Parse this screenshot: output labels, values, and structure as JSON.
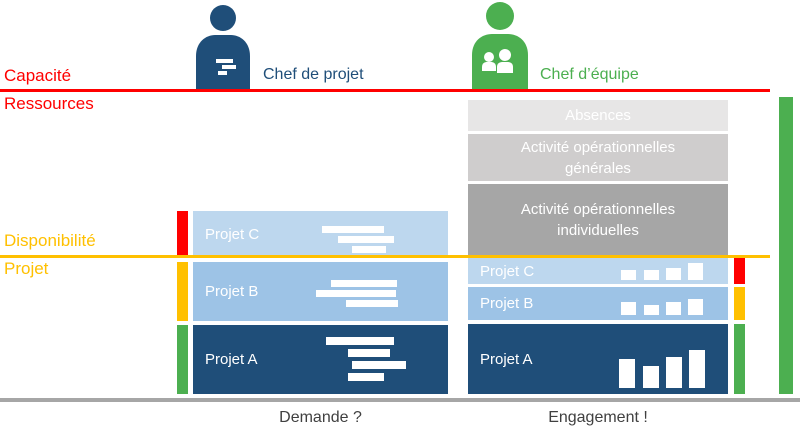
{
  "diagram": {
    "lines": {
      "capacity": {
        "label_top": "Capacité",
        "label_bottom": "Ressources",
        "color": "#FF0000"
      },
      "availability": {
        "label_top": "Disponibilité",
        "label_bottom": "Projet",
        "color": "#FFC000"
      }
    },
    "actors": {
      "project_manager": {
        "label": "Chef de projet",
        "color": "#1F4E79",
        "icon": "person-icon"
      },
      "team_leader": {
        "label": "Chef d’équipe",
        "color": "#4CAF50",
        "icon": "person-team-icon"
      }
    },
    "demand_stack": {
      "caption": "Demande ?",
      "projects": [
        {
          "label": "Projet C",
          "color": "#BDD7EE",
          "indicator_color": "#FF0000",
          "content": "gantt-bars"
        },
        {
          "label": "Projet B",
          "color": "#9DC3E6",
          "indicator_color": "#FFC000",
          "content": "gantt-bars"
        },
        {
          "label": "Projet A",
          "color": "#1F4E79",
          "indicator_color": "#4CAF50",
          "content": "gantt-bars"
        }
      ]
    },
    "engagement_stack": {
      "caption": "Engagement !",
      "non_project": [
        {
          "label": "Absences",
          "color": "#E7E6E6"
        },
        {
          "label_line1": "Activité opérationnelles",
          "label_line2": "générales",
          "color": "#CFCDCD"
        },
        {
          "label_line1": "Activité opérationnelles",
          "label_line2": "individuelles",
          "color": "#A6A6A6"
        }
      ],
      "projects": [
        {
          "label": "Projet C",
          "color": "#BDD7EE",
          "indicator_color": "#FF0000",
          "content": "histogram-bars"
        },
        {
          "label": "Projet B",
          "color": "#9DC3E6",
          "indicator_color": "#FFC000",
          "content": "histogram-bars"
        },
        {
          "label": "Projet A",
          "color": "#1F4E79",
          "indicator_color": "#4CAF50",
          "content": "histogram-bars"
        }
      ]
    },
    "right_total_bar_color": "#4CAF50",
    "baseline_color": "#A6A6A6",
    "caption_color": "#404040"
  }
}
